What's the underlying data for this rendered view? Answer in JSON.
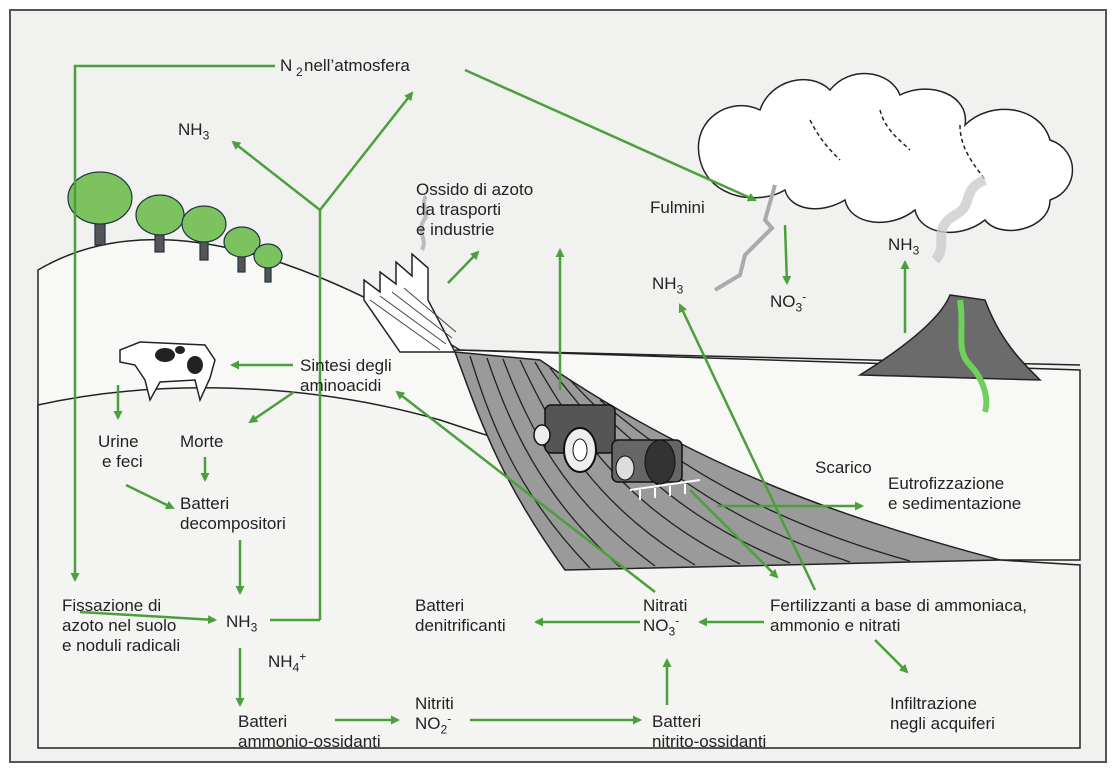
{
  "colors": {
    "arrow": "#4aa03a",
    "frame": "#555555",
    "background": "#f1f1ef",
    "soil_light": "#e9e9e7",
    "field_dark": "#8d8d8d",
    "cloud": "#ffffff",
    "tree": "#7cc25f",
    "lava": "#6fd05a"
  },
  "labels": {
    "n2_atmosphere": {
      "main": "N",
      "sub": "2",
      "rest": " nell’atmosfera"
    },
    "nh3_top_left": {
      "main": "NH",
      "sub": "3"
    },
    "nh3_volcano": {
      "main": "NH",
      "sub": "3"
    },
    "nh3_field": {
      "main": "NH",
      "sub": "3"
    },
    "nh3_soil": {
      "main": "NH",
      "sub": "3"
    },
    "nh4": {
      "main": "NH",
      "sub": "4",
      "sup": "+"
    },
    "no3_lightning": {
      "main": "NO",
      "sub": "3",
      "sup": "-"
    },
    "nitrogen_oxide": [
      "Ossido di azoto",
      "da trasporti",
      "e industrie"
    ],
    "lightning": "Fulmini",
    "amino_synthesis": [
      "Sintesi degli",
      "aminoacidi"
    ],
    "urine": [
      "Urine",
      "e feci"
    ],
    "death": "Morte",
    "decomposers": [
      "Batteri",
      "decompositori"
    ],
    "fixation": [
      "Fissazione di",
      "azoto nel suolo",
      "e noduli radicali"
    ],
    "denitrifying": [
      "Batteri",
      "denitrificanti"
    ],
    "nitrates": {
      "line1": "Nitrati",
      "main": "NO",
      "sub": "3",
      "sup": "-"
    },
    "fertilizers": [
      "Fertilizzanti a base di ammoniaca,",
      "ammonio e nitrati"
    ],
    "runoff": "Scarico",
    "eutrophication": [
      "Eutrofizzazione",
      "e sedimentazione"
    ],
    "infiltration": [
      "Infiltrazione",
      "negli acquiferi"
    ],
    "nitrites": {
      "line1": "Nitriti",
      "main": "NO",
      "sub": "2",
      "sup": "-"
    },
    "ammonia_oxidizers": [
      "Batteri",
      "ammonio-ossidanti"
    ],
    "nitrite_oxidizers": [
      "Batteri",
      "nitrito-ossidanti"
    ]
  }
}
